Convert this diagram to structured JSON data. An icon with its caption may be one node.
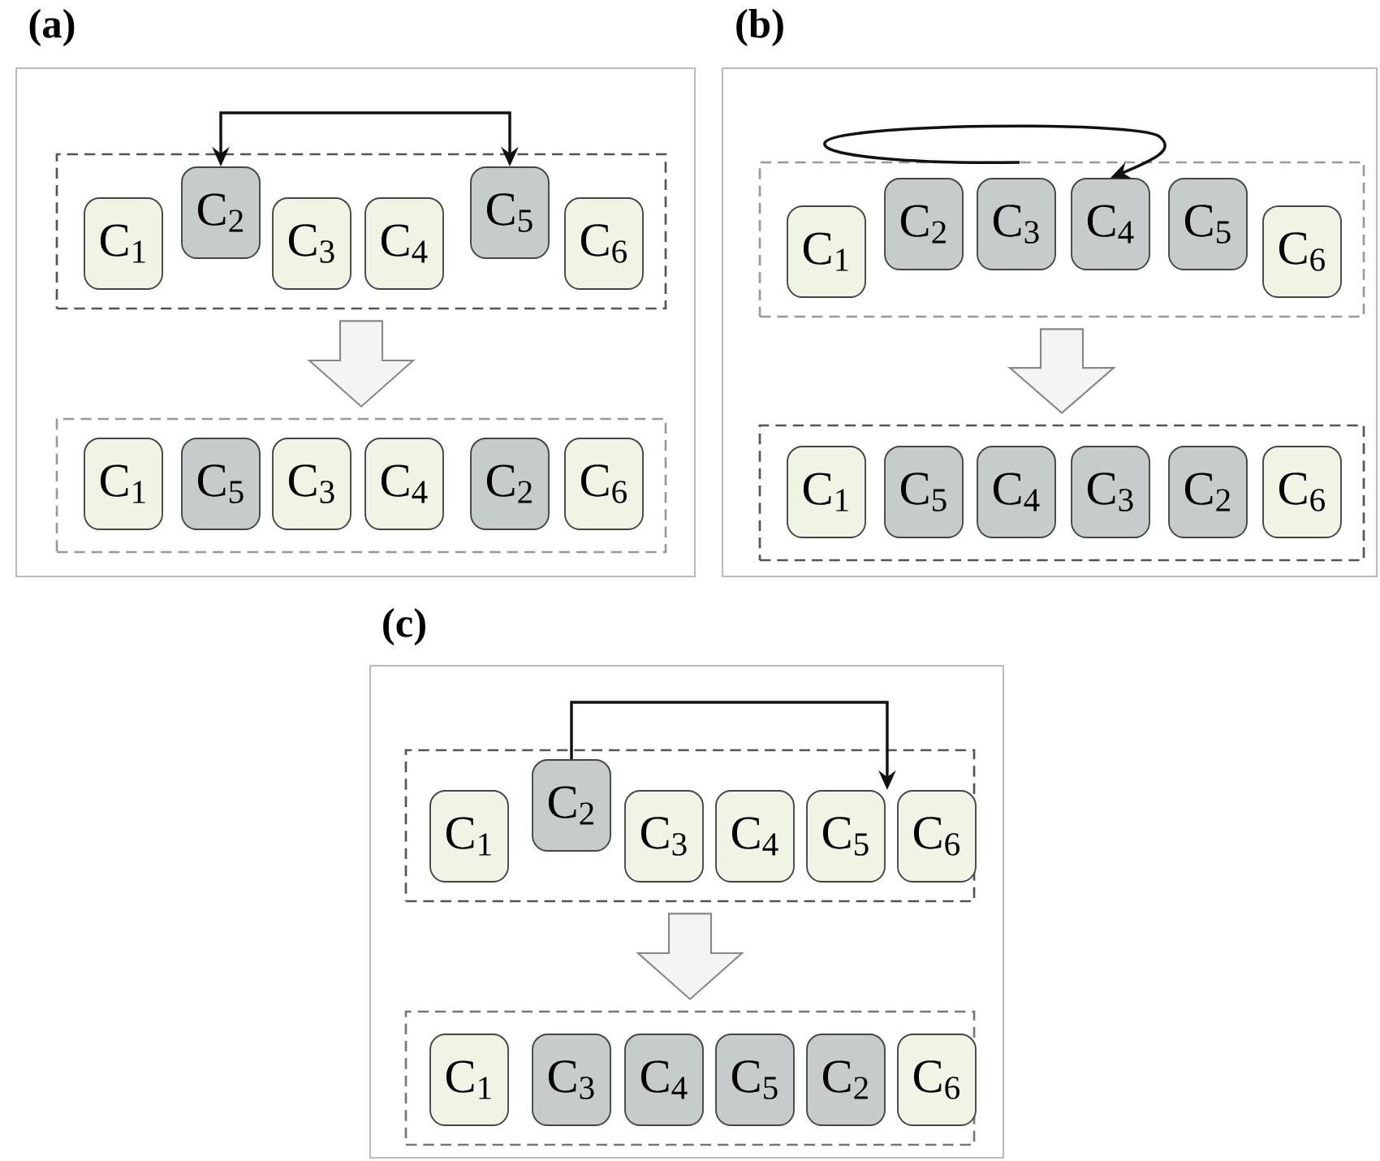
{
  "diagram": {
    "nodes": [
      {
        "text": [
          "(a)"
        ]
      },
      {
        "text": [],
        "shape": "box",
        "in": 0
      },
      {
        "text": [
          "C$_{1}$"
        ],
        "in": 1
      },
      {
        "text": [
          "C$_{2}$"
        ],
        "in": 1
      },
      {
        "text": [
          "C$_{3}$"
        ],
        "in": 1
      },
      {
        "text": [
          "C$_{4}$"
        ],
        "in": 1
      },
      {
        "text": [
          "C$_{5}$"
        ],
        "in": 1
      },
      {
        "text": [
          "C$_{6}$"
        ],
        "in": 1
      },
      {
        "text": [],
        "shape": "box",
        "in": 0
      },
      {
        "text": [
          "C$_{1}$"
        ],
        "in": 8
      },
      {
        "text": [
          "C$_{5}$"
        ],
        "in": 8
      },
      {
        "text": [
          "C$_{3}$"
        ],
        "in": 8
      },
      {
        "text": [
          "C$_{4}$"
        ],
        "in": 8
      },
      {
        "text": [
          "C$_{2}$"
        ],
        "in": 8
      },
      {
        "text": [
          "C$_{6}$"
        ],
        "in": 8
      },
      {
        "text": [
          "(b)"
        ]
      },
      {
        "text": [],
        "shape": "box",
        "in": 15
      },
      {
        "text": [
          "C$_{1}$"
        ],
        "in": 16
      },
      {
        "text": [
          "C$_{2}$"
        ],
        "in": 16
      },
      {
        "text": [
          "C$_{3}$"
        ],
        "in": 16
      },
      {
        "text": [
          "C$_{4}$"
        ],
        "in": 16
      },
      {
        "text": [
          "C$_{5}$"
        ],
        "in": 16
      },
      {
        "text": [
          "C$_{6}$"
        ],
        "in": 16
      },
      {
        "text": [],
        "shape": "box",
        "in": 15
      },
      {
        "text": [
          "C$_{1}$"
        ],
        "in": 23
      },
      {
        "text": [
          "C$_{5}$"
        ],
        "in": 23
      },
      {
        "text": [
          "C$_{4}$"
        ],
        "in": 23
      },
      {
        "text": [
          "C$_{3}$"
        ],
        "in": 23
      },
      {
        "text": [
          "C$_{2}$"
        ],
        "in": 23
      },
      {
        "text": [
          "C$_{6}$"
        ],
        "in": 23
      },
      {
        "text": [
          "(c)"
        ]
      },
      {
        "text": [],
        "shape": "box",
        "in": 30
      },
      {
        "text": [
          "C$_{1}$"
        ],
        "in": 31
      },
      {
        "text": [
          "C$_{2}$"
        ],
        "in": 31
      },
      {
        "text": [
          "C$_{3}$"
        ],
        "in": 31
      },
      {
        "text": [
          "C$_{4}$"
        ],
        "in": 31
      },
      {
        "text": [
          "C$_{5}$"
        ],
        "in": 31
      },
      {
        "text": [
          "C$_{6}$"
        ],
        "in": 31
      },
      {
        "text": [],
        "shape": "box",
        "in": 30
      },
      {
        "text": [
          "C$_{1}$"
        ],
        "in": 38
      },
      {
        "text": [
          "C$_{3}$"
        ],
        "in": 38
      },
      {
        "text": [
          "C$_{4}$"
        ],
        "in": 38
      },
      {
        "text": [
          "C$_{5}$"
        ],
        "in": 38
      },
      {
        "text": [
          "C$_{2}$"
        ],
        "in": 38
      },
      {
        "text": [
          "C$_{6}$"
        ],
        "in": 38
      }
    ],
    "edges": [
      {
        "from": 3,
        "to": 6,
        "arrow": "both"
      },
      {
        "from": 1,
        "to": 8,
        "arrow": "to"
      },
      {
        "from": null,
        "to": 20,
        "arrow": "to"
      },
      {
        "from": 16,
        "to": 23,
        "arrow": "to"
      },
      {
        "from": 33,
        "to": 36,
        "arrow": "to"
      },
      {
        "from": 31,
        "to": 38,
        "arrow": "to"
      }
    ]
  }
}
